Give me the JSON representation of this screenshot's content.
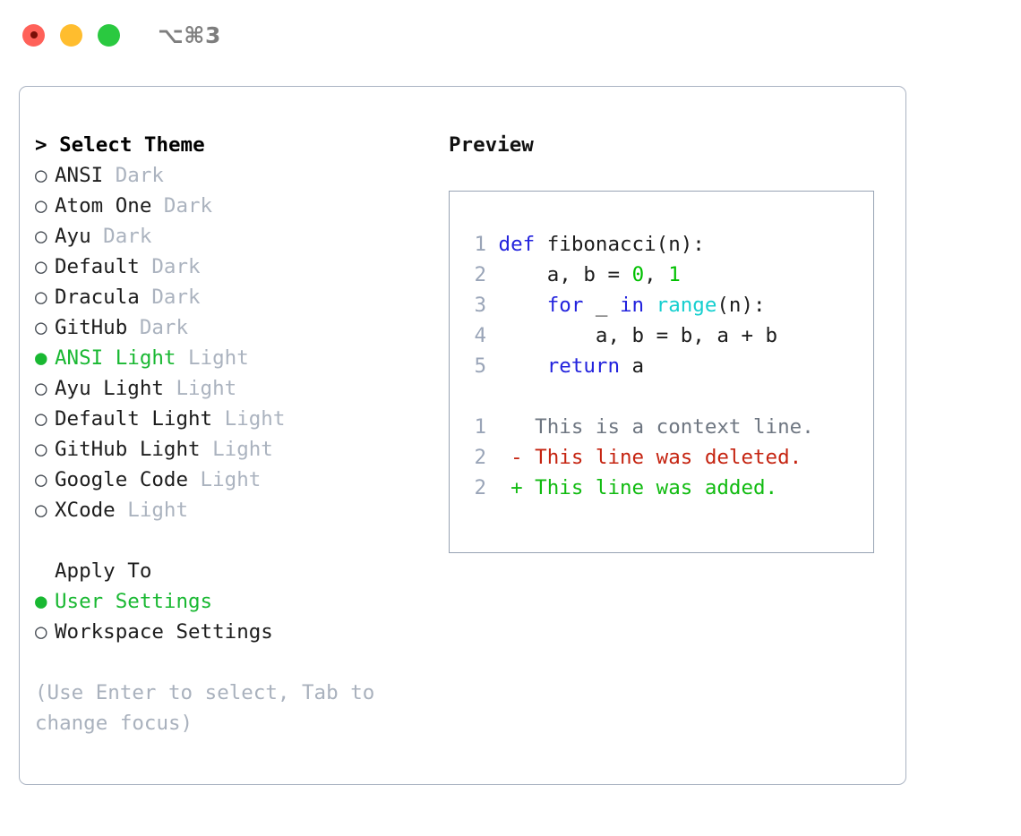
{
  "window": {
    "title": "⌥⌘3",
    "controls": [
      {
        "name": "close",
        "color": "#ff6159"
      },
      {
        "name": "minimize",
        "color": "#ffbd2e"
      },
      {
        "name": "maximize",
        "color": "#2ac940"
      }
    ]
  },
  "theme_picker": {
    "header": "> Select Theme",
    "bullet_selected": "●",
    "bullet_unselected": "○",
    "items": [
      {
        "name": "ANSI",
        "kind": "Dark",
        "selected": false
      },
      {
        "name": "Atom One",
        "kind": "Dark",
        "selected": false
      },
      {
        "name": "Ayu",
        "kind": "Dark",
        "selected": false
      },
      {
        "name": "Default",
        "kind": "Dark",
        "selected": false
      },
      {
        "name": "Dracula",
        "kind": "Dark",
        "selected": false
      },
      {
        "name": "GitHub",
        "kind": "Dark",
        "selected": false
      },
      {
        "name": "ANSI Light",
        "kind": "Light",
        "selected": true
      },
      {
        "name": "Ayu Light",
        "kind": "Light",
        "selected": false
      },
      {
        "name": "Default Light",
        "kind": "Light",
        "selected": false
      },
      {
        "name": "GitHub Light",
        "kind": "Light",
        "selected": false
      },
      {
        "name": "Google Code",
        "kind": "Light",
        "selected": false
      },
      {
        "name": "XCode",
        "kind": "Light",
        "selected": false
      }
    ]
  },
  "apply_to": {
    "title": "Apply To",
    "options": [
      {
        "label": "User Settings",
        "selected": true
      },
      {
        "label": "Workspace Settings",
        "selected": false
      }
    ]
  },
  "hint": "(Use Enter to select, Tab to\nchange focus)",
  "preview": {
    "label": "Preview",
    "code_lines": [
      {
        "num": "1",
        "tokens": [
          {
            "t": "def",
            "c": "kw"
          },
          {
            "t": " fibonacci(n):",
            "c": "plain"
          }
        ]
      },
      {
        "num": "2",
        "tokens": [
          {
            "t": "    a, b = ",
            "c": "plain"
          },
          {
            "t": "0",
            "c": "num"
          },
          {
            "t": ", ",
            "c": "plain"
          },
          {
            "t": "1",
            "c": "num"
          }
        ]
      },
      {
        "num": "3",
        "tokens": [
          {
            "t": "    ",
            "c": "plain"
          },
          {
            "t": "for",
            "c": "kw"
          },
          {
            "t": " _ ",
            "c": "plain"
          },
          {
            "t": "in",
            "c": "kw"
          },
          {
            "t": " ",
            "c": "plain"
          },
          {
            "t": "range",
            "c": "fn"
          },
          {
            "t": "(n):",
            "c": "plain"
          }
        ]
      },
      {
        "num": "4",
        "tokens": [
          {
            "t": "        a, b = b, a + b",
            "c": "plain"
          }
        ]
      },
      {
        "num": "5",
        "tokens": [
          {
            "t": "    ",
            "c": "plain"
          },
          {
            "t": "return",
            "c": "kw"
          },
          {
            "t": " a",
            "c": "plain"
          }
        ]
      }
    ],
    "diff_lines": [
      {
        "num": "1",
        "marker": "  ",
        "text": "This is a context line.",
        "kind": "ctx"
      },
      {
        "num": "2",
        "marker": "- ",
        "text": "This line was deleted.",
        "kind": "del"
      },
      {
        "num": "2",
        "marker": "+ ",
        "text": "This line was added.",
        "kind": "add"
      }
    ]
  },
  "colors": {
    "accent_green": "#19b832",
    "muted": "#abb3bf",
    "keyword": "#2222dd",
    "function": "#15cfcf",
    "number": "#00c000",
    "diff_deleted": "#c52411",
    "diff_added": "#11bb11",
    "border": "#aab3c2",
    "preview_border": "#97a3b4"
  }
}
